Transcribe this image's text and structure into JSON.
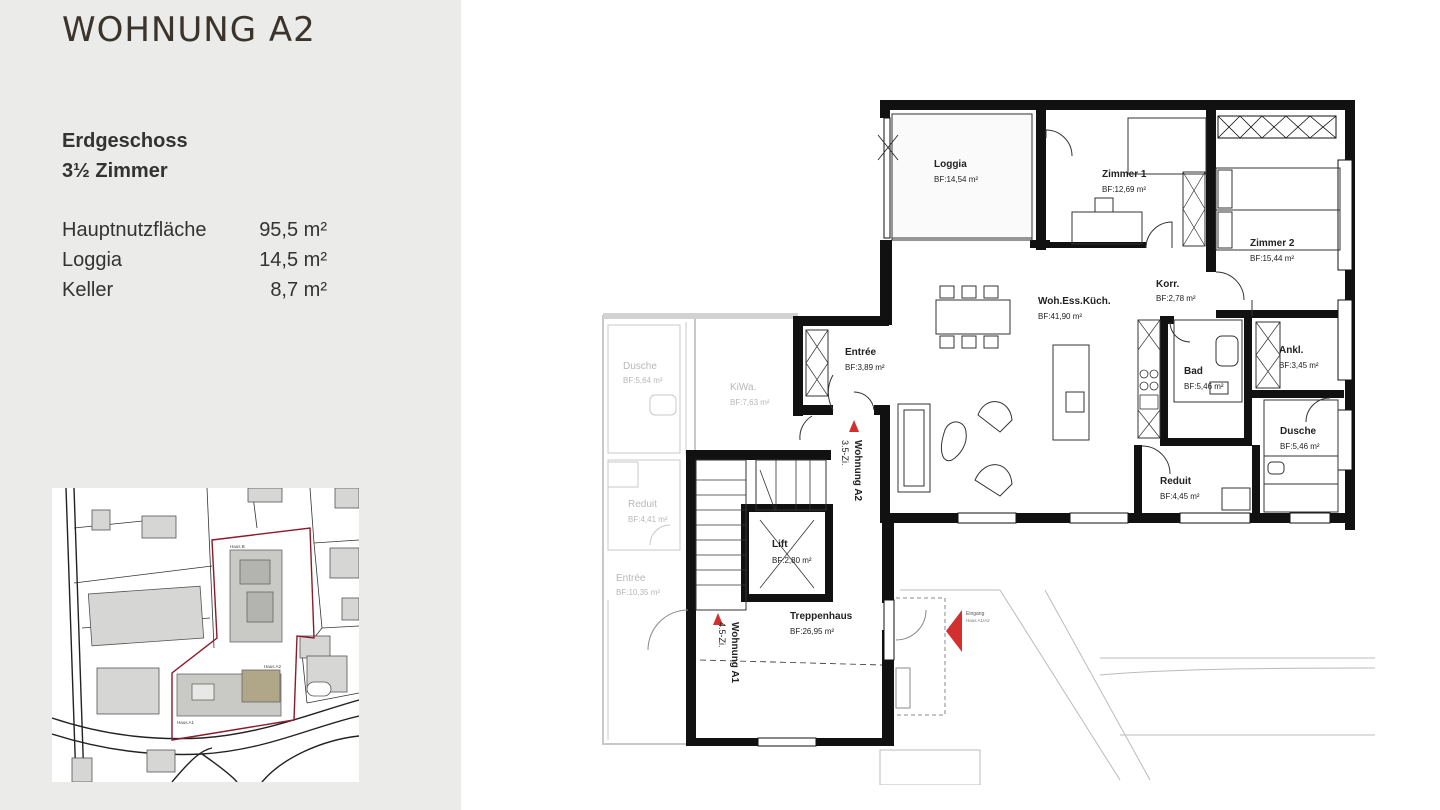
{
  "apartment": {
    "title": "WOHNUNG A2",
    "floor": "Erdgeschoss",
    "rooms": "3½ Zimmer",
    "areas": [
      {
        "label": "Hauptnutzfläche",
        "value": "95,5 m²"
      },
      {
        "label": "Loggia",
        "value": "14,5 m²"
      },
      {
        "label": "Keller",
        "value": "8,7 m²"
      }
    ]
  },
  "site_map": {
    "labels": [
      "Haus B",
      "Haus A1",
      "Haus A2"
    ]
  },
  "floorplan": {
    "rooms_a2": [
      {
        "name": "Loggia",
        "area": "BF:14,54 m²"
      },
      {
        "name": "Zimmer 1",
        "area": "BF:12,69 m²"
      },
      {
        "name": "Zimmer 2",
        "area": "BF:15,44 m²"
      },
      {
        "name": "Korr.",
        "area": "BF:2,78 m²"
      },
      {
        "name": "Woh.Ess.Küch.",
        "area": "BF:41,90 m²"
      },
      {
        "name": "Entrée",
        "area": "BF:3,89 m²"
      },
      {
        "name": "Bad",
        "area": "BF:5,46 m²"
      },
      {
        "name": "Ankl.",
        "area": "BF:3,45 m²"
      },
      {
        "name": "Dusche",
        "area": "BF:5,46 m²"
      },
      {
        "name": "Reduit",
        "area": "BF:4,45 m²"
      }
    ],
    "rooms_common": [
      {
        "name": "Lift",
        "area": "BF:2,80 m²"
      },
      {
        "name": "Treppenhaus",
        "area": "BF:26,95 m²"
      }
    ],
    "rooms_a1": [
      {
        "name": "Dusche",
        "area": "BF:5,64 m²"
      },
      {
        "name": "KiWa.",
        "area": "BF:7,63 m²"
      },
      {
        "name": "Reduit",
        "area": "BF:4,41 m²"
      },
      {
        "name": "Entrée",
        "area": "BF:10,35 m²"
      }
    ],
    "unit_a2": {
      "name": "Wohnung A2",
      "rooms": "3.5-Zi."
    },
    "unit_a1": {
      "name": "Wohnung A1",
      "rooms": "4.5-Zi."
    },
    "entrance": {
      "label": "Eingang",
      "sub": "Haus A1/A2"
    }
  },
  "colors": {
    "sidebar_bg": "#ebebe9",
    "wall": "#111111",
    "arrow": "#d32f2f",
    "ghost": "#bdbdbd",
    "plot_line": "#8b1a2b"
  }
}
